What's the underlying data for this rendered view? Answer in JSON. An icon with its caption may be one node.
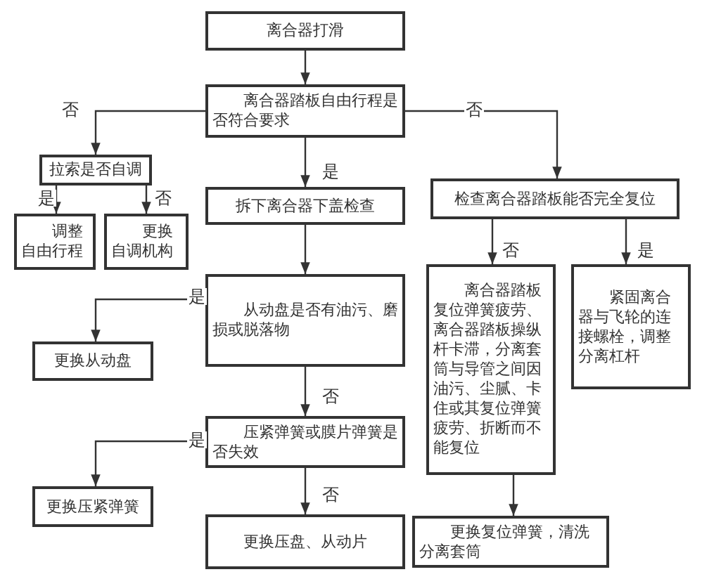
{
  "diagram": {
    "nodes": [
      {
        "text": [
          "离合器打滑"
        ]
      },
      {
        "text": [
          "离合器踏板自由行程是否符合要求"
        ]
      },
      {
        "text": [
          "拉索是否自调"
        ]
      },
      {
        "text": [
          "拆下离合器下盖检查"
        ]
      },
      {
        "text": [
          "检查离合器踏板能否完全复位"
        ]
      },
      {
        "text": [
          "调整自由行程"
        ]
      },
      {
        "text": [
          "更换自调机构"
        ]
      },
      {
        "text": [
          "从动盘是否有油污、磨损或脱落物"
        ]
      },
      {
        "text": [
          "更换从动盘"
        ]
      },
      {
        "text": [
          "离合器踏板复位弹簧疲劳、离合器踏板操纵杆卡滞，分离套筒与导管之间因油污、尘腻、卡住或其复位弹簧疲劳、折断而不能复位"
        ]
      },
      {
        "text": [
          "紧固离合器与飞轮的连接螺栓，调整分离杠杆"
        ]
      },
      {
        "text": [
          "压紧弹簧或膜片弹簧是否失效"
        ]
      },
      {
        "text": [
          "更换压紧弹簧"
        ]
      },
      {
        "text": [
          "更换压盘、从动片"
        ]
      },
      {
        "text": [
          "更换复位弹簧，清洗分离套筒"
        ]
      }
    ],
    "edges": [
      {
        "from": 0,
        "to": 1,
        "arrow": "to"
      },
      {
        "from": 1,
        "to": 2,
        "arrow": "to",
        "label": "否"
      },
      {
        "from": 1,
        "to": 4,
        "arrow": "to",
        "label": "否"
      },
      {
        "from": 1,
        "to": 3,
        "arrow": "to",
        "label": "是"
      },
      {
        "from": 2,
        "to": 5,
        "arrow": "to",
        "label": "是"
      },
      {
        "from": 2,
        "to": 6,
        "arrow": "to",
        "label": "否"
      },
      {
        "from": 3,
        "to": 7,
        "arrow": "to"
      },
      {
        "from": 4,
        "to": 9,
        "arrow": "to",
        "label": "否"
      },
      {
        "from": 4,
        "to": 10,
        "arrow": "to",
        "label": "是"
      },
      {
        "from": 7,
        "to": 8,
        "arrow": "to",
        "label": "是"
      },
      {
        "from": 7,
        "to": 11,
        "arrow": "to",
        "label": "否"
      },
      {
        "from": 11,
        "to": 12,
        "arrow": "to",
        "label": "是"
      },
      {
        "from": 11,
        "to": 13,
        "arrow": "to",
        "label": "否"
      },
      {
        "from": 9,
        "to": 14,
        "arrow": "to"
      }
    ]
  }
}
